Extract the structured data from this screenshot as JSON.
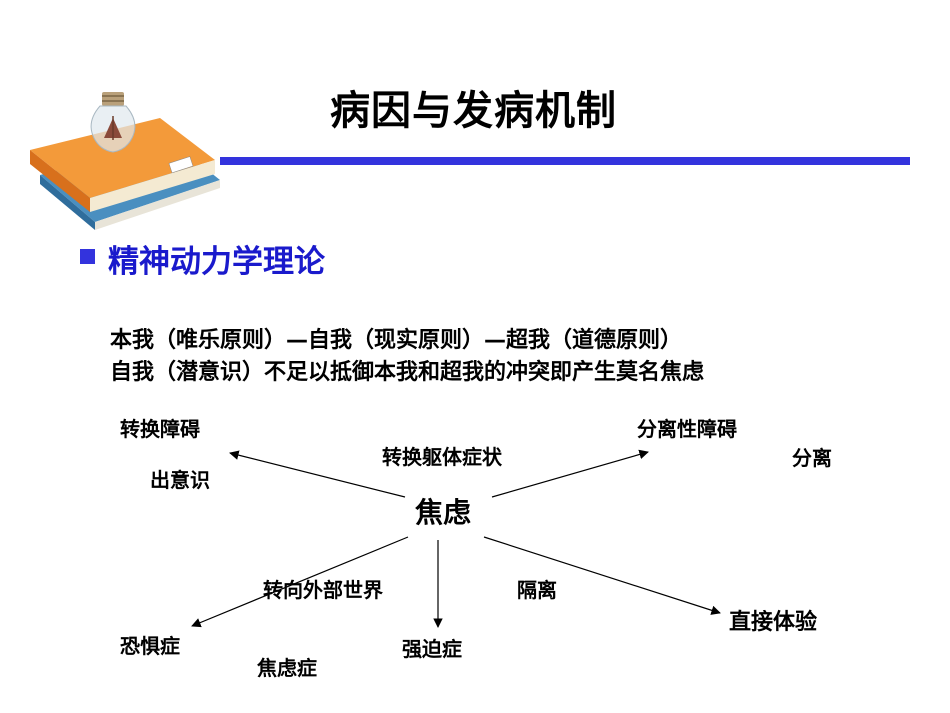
{
  "title": "病因与发病机制",
  "heading": "精神动力学理论",
  "lines": [
    "本我（唯乐原则）—自我（现实原则）—超我（道德原则）",
    "自我（潜意识）不足以抵御本我和超我的冲突即产生莫名焦虑"
  ],
  "diagram": {
    "center": "焦虑",
    "labels": {
      "conversion_disorder": "转换障碍",
      "unconscious": "出意识",
      "conversion_symptoms": "转换躯体症状",
      "dissociative_disorder": "分离性障碍",
      "dissociation": "分离",
      "externalize": "转向外部世界",
      "isolation": "隔离",
      "direct_experience": "直接体验",
      "phobia": "恐惧症",
      "anxiety_disorder": "焦虑症",
      "ocd": "强迫症"
    }
  },
  "colors": {
    "accent": "#3333dd",
    "heading": "#1a1acc",
    "text": "#000000",
    "book_orange": "#f08a2c",
    "book_blue": "#4a8fc0"
  },
  "icons": [
    "books-icon",
    "lightbulb-icon"
  ]
}
